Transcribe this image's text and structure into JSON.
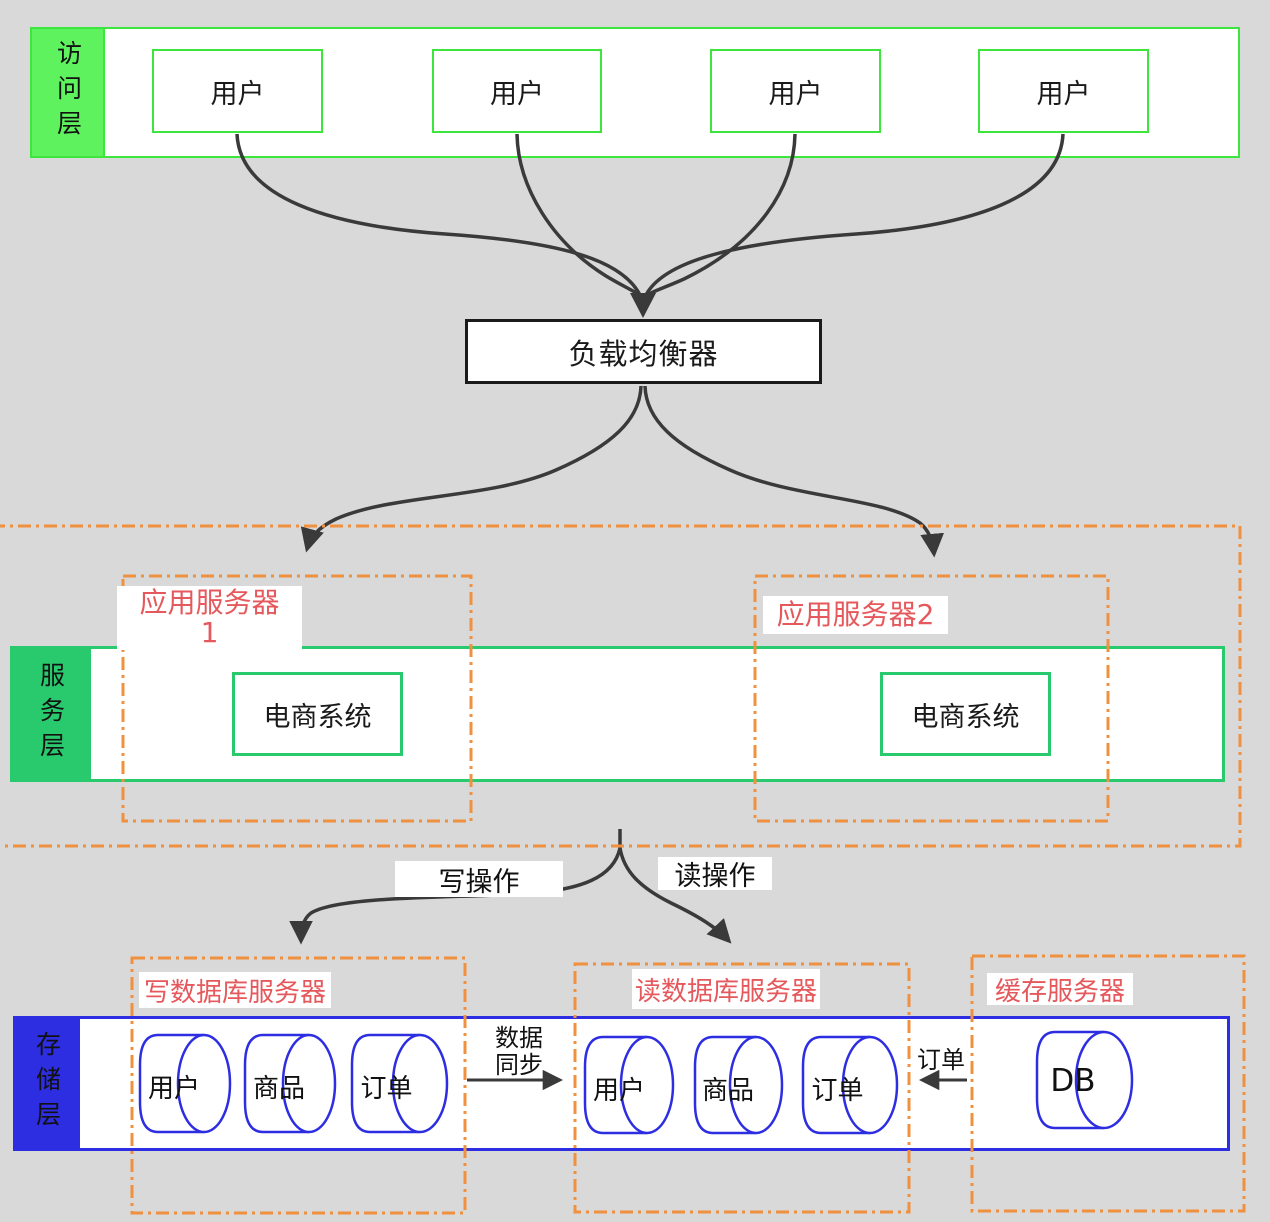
{
  "colors": {
    "background": "#d9d9d9",
    "access_green": "#5ff25f",
    "access_border": "#3de63d",
    "service_green": "#29c96d",
    "storage_blue": "#2d2de2",
    "dash_orange": "#f0913f",
    "label_red": "#e5585c",
    "line_dark": "#3a3a3a"
  },
  "access_layer": {
    "label": "访问层",
    "user_boxes": [
      "用户",
      "用户",
      "用户",
      "用户"
    ]
  },
  "load_balancer": {
    "label": "负载均衡器"
  },
  "service_layer": {
    "label": "服务层",
    "app_server_1": {
      "title": "应用服务器",
      "number": "1",
      "system": "电商系统"
    },
    "app_server_2": {
      "title": "应用服务器2",
      "system": "电商系统"
    }
  },
  "operations": {
    "write": "写操作",
    "read": "读操作",
    "data_sync_line1": "数据",
    "data_sync_line2": "同步",
    "order": "订单"
  },
  "storage_layer": {
    "label": "存储层",
    "write_db_server": {
      "title": "写数据库服务器",
      "databases": [
        "用户",
        "商品",
        "订单"
      ]
    },
    "read_db_server": {
      "title": "读数据库服务器",
      "databases": [
        "用户",
        "商品",
        "订单"
      ]
    },
    "cache_server": {
      "title": "缓存服务器",
      "database": "DB"
    }
  }
}
